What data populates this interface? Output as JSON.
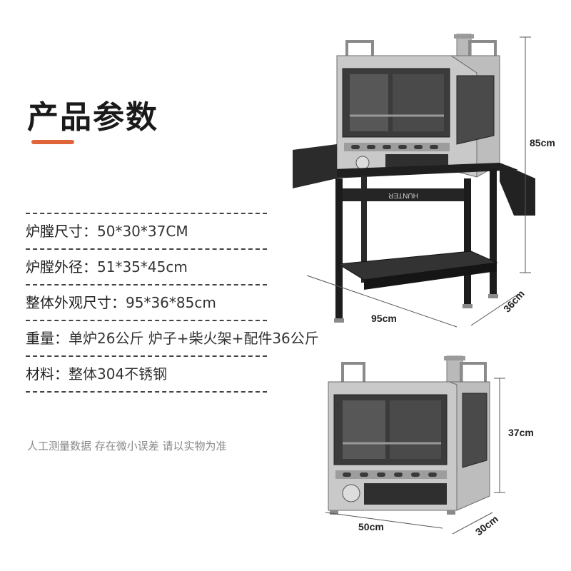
{
  "title": "产品参数",
  "specs": [
    {
      "label": "炉膛尺寸：",
      "value": "50*30*37CM"
    },
    {
      "label": "炉膛外径：",
      "value": "51*35*45cm"
    },
    {
      "label": "整体外观尺寸：",
      "value": "95*36*85cm"
    },
    {
      "label": "重量：",
      "value": "单炉26公斤 炉子+柴火架+配件36公斤"
    },
    {
      "label": "材料：",
      "value": "整体304不锈钢"
    }
  ],
  "disclaimer": "人工测量数据 存在微小误差 请以实物为准",
  "dimensions": {
    "full_height": "85cm",
    "full_width": "95cm",
    "full_depth": "36cm",
    "stove_height": "37cm",
    "stove_width": "50cm",
    "stove_depth": "30cm"
  },
  "brand_mark": "HUNTER",
  "colors": {
    "accent": "#e0663a",
    "steel": "#c9c9c9",
    "frame": "#1c1c1c"
  }
}
